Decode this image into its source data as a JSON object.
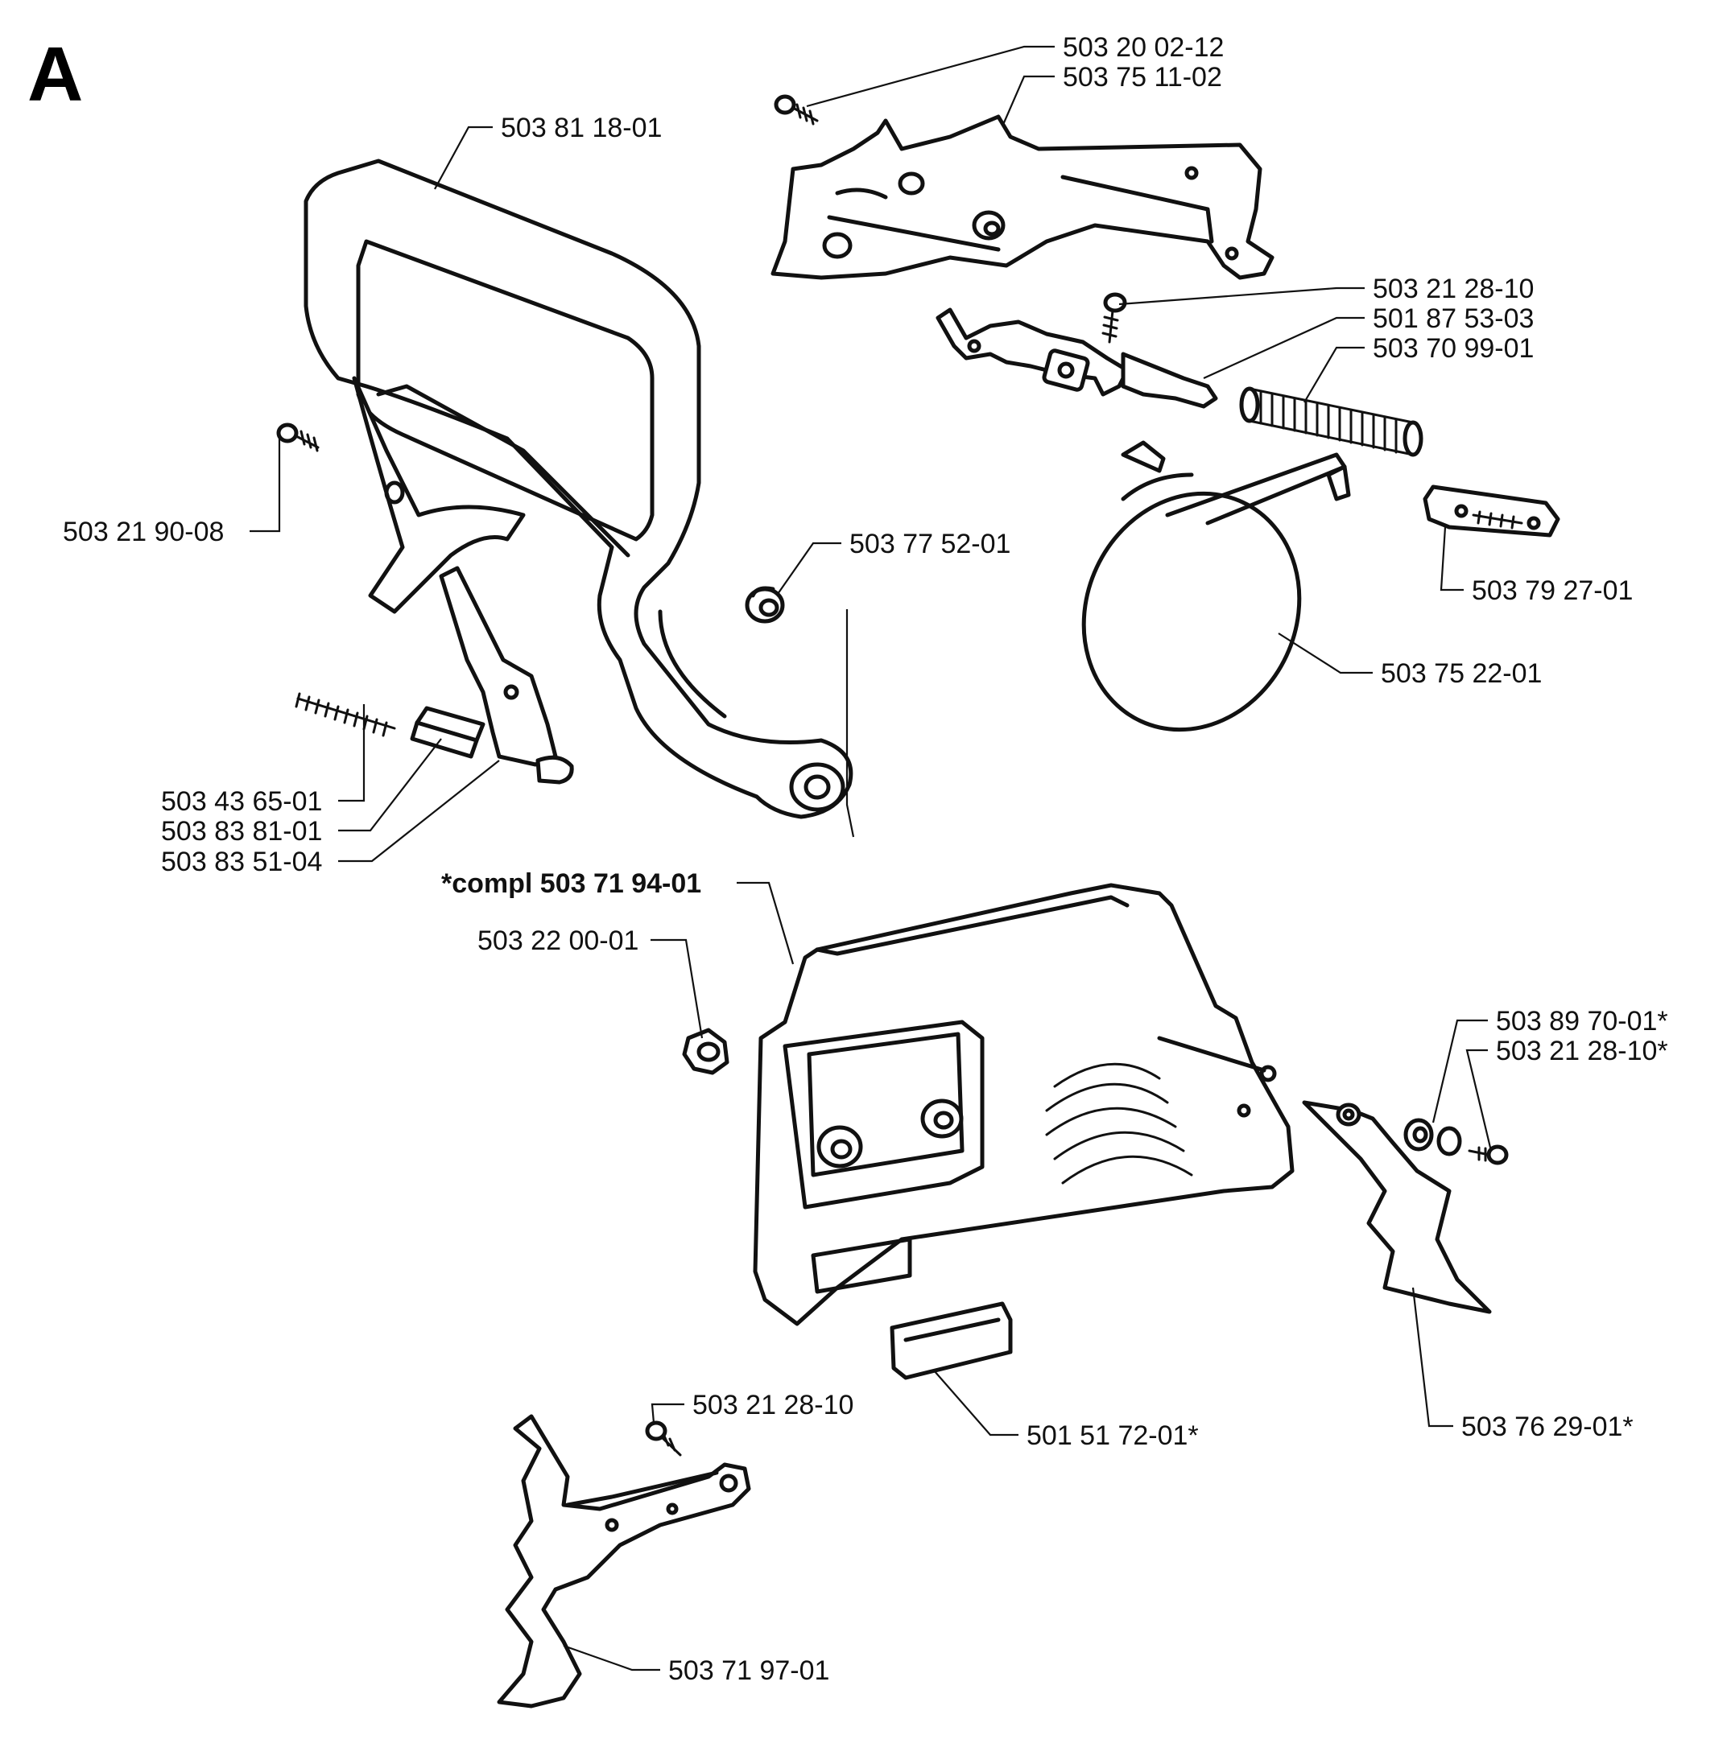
{
  "section_letter": "A",
  "labels": [
    "503 20 02-12",
    "503 75 11-02",
    "503 81 18-01",
    "503 21 28-10",
    "501 87 53-03",
    "503 70 99-01",
    "503 21 90-08",
    "503 77 52-01",
    "503 79 27-01",
    "503 75 22-01",
    "503 43 65-01",
    "503 83 81-01",
    "503 83 51-04",
    "*compl 503 71 94-01",
    "503 22 00-01",
    "503 89 70-01*",
    "503 21 28-10*",
    "503 21 28-10",
    "501 51 72-01*",
    "503 76 29-01*",
    "503 71 97-01"
  ]
}
